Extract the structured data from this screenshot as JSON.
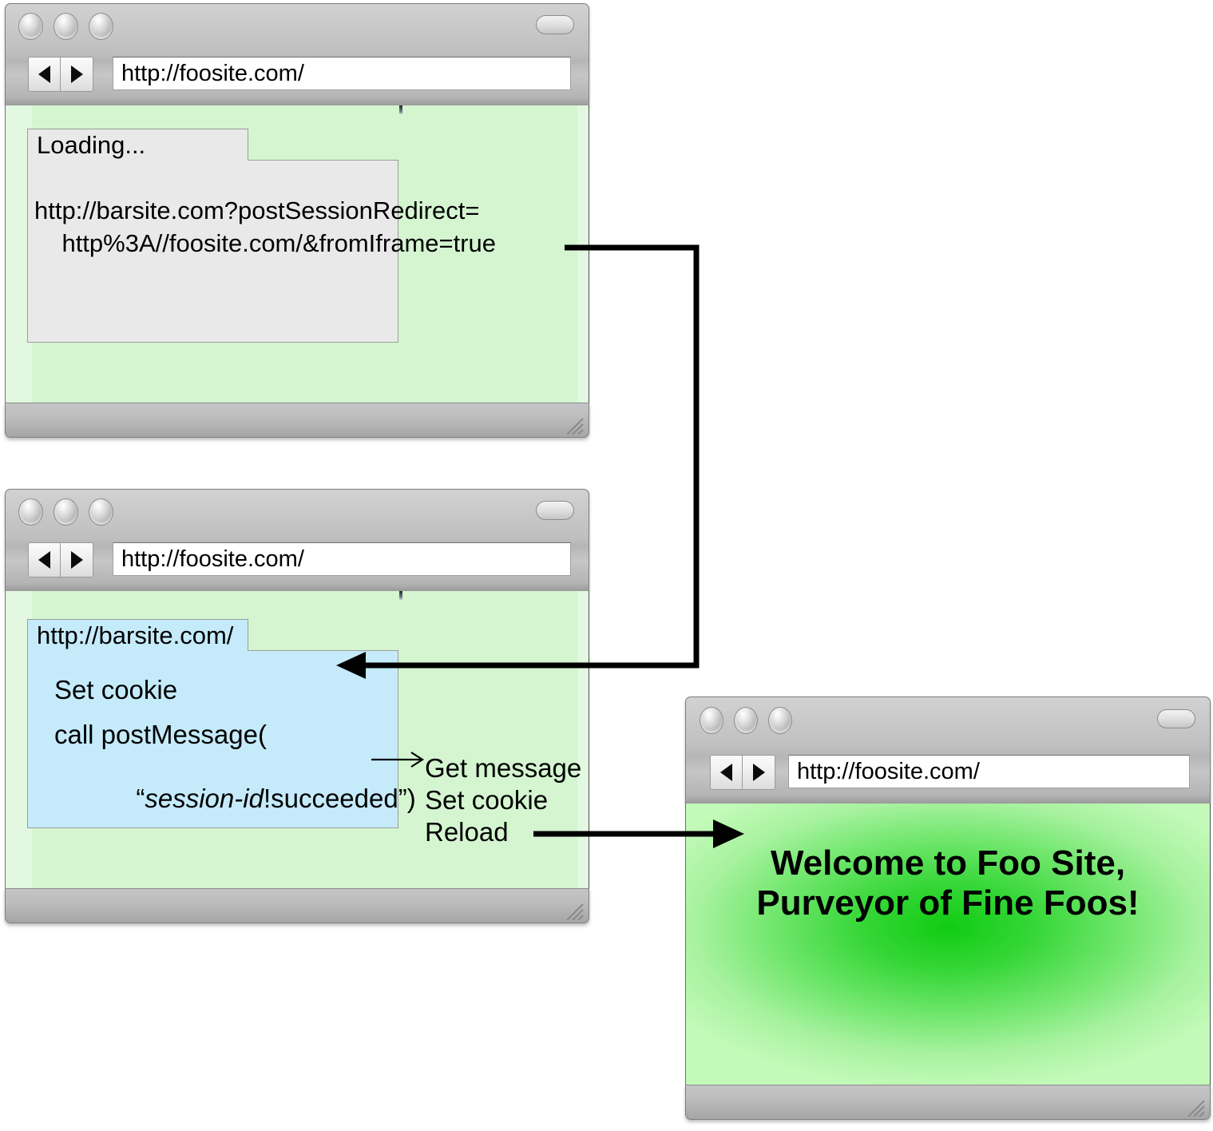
{
  "windows": [
    {
      "id": "window-loading",
      "url": "http://foosite.com/",
      "nav": {
        "back": "◀",
        "forward": "▶"
      },
      "page": {
        "background_color": "#d4f5d0",
        "iframe": {
          "label": "Loading...",
          "background_color": "#e9e9e9",
          "body_lines": [
            "http://barsite.com?postSessionRedirect=",
            "    http%3A//foosite.com/&fromIframe=true"
          ]
        }
      }
    },
    {
      "id": "window-postmessage",
      "url": "http://foosite.com/",
      "nav": {
        "back": "◀",
        "forward": "▶"
      },
      "page": {
        "background_color": "#d4f5d0",
        "iframe": {
          "label": "http://barsite.com/",
          "background_color": "#c5ebfb",
          "body_lines": [
            "Set cookie",
            "call postMessage(",
            "“session-id”",
            "!succeeded”)"
          ],
          "post_message_call": "call postMessage(",
          "post_message_arg_italic": "session-id",
          "post_message_arg_rest": "!succeeded”)",
          "post_message_quote_open": "“",
          "set_cookie": "Set cookie"
        },
        "host_actions": [
          "Get message",
          "Set cookie",
          "Reload"
        ]
      }
    },
    {
      "id": "window-welcome",
      "url": "http://foosite.com/",
      "nav": {
        "back": "◀",
        "forward": "▶"
      },
      "page": {
        "background_color": "#7ee87e",
        "welcome_heading": "Welcome to Foo Site,\nPurveyor of Fine Foos!"
      }
    }
  ],
  "flow": {
    "redirect_arrow_label": "",
    "message_arrow_label": "",
    "reload_arrow_label": ""
  },
  "colors": {
    "page_green": "#d4f5d0",
    "iframe_grey": "#e9e9e9",
    "iframe_blue": "#c5ebfb",
    "welcome_green_center": "#1fd421",
    "welcome_green_edge": "#b9f5b0",
    "chrome_grey": "#bdbdbd",
    "arrow_black": "#000000"
  }
}
